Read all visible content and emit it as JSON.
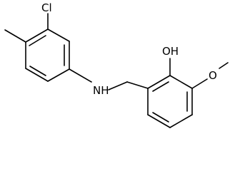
{
  "atom_labels": {
    "cl": "Cl",
    "nh": "NH",
    "oh": "OH",
    "o": "O"
  },
  "colors": {
    "bond": "#000000",
    "label": "#000000",
    "background": "#ffffff"
  }
}
